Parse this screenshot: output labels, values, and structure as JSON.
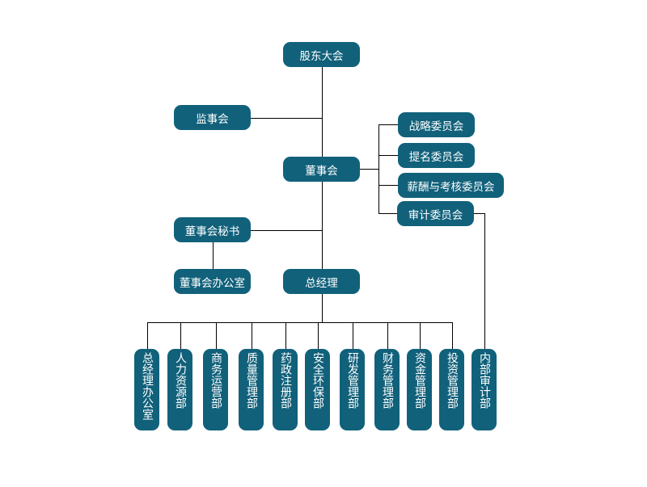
{
  "colors": {
    "node": "#11617b",
    "line": "#000000",
    "text": "#ffffff"
  },
  "nodes": {
    "shareholders": "股东大会",
    "supervisors": "监事会",
    "board": "董事会",
    "strategy": "战略委员会",
    "nomination": "提名委员会",
    "compensation": "薪酬与考核委员会",
    "audit_committee": "审计委员会",
    "board_secretary": "董事会秘书",
    "board_office": "董事会办公室",
    "general_manager": "总经理"
  },
  "departments": [
    "总经理办公室",
    "人力资源部",
    "商务运营部",
    "质量管理部",
    "药政注册部",
    "安全环保部",
    "研发管理部",
    "财务管理部",
    "资金管理部",
    "投资管理部",
    "内部审计部"
  ]
}
